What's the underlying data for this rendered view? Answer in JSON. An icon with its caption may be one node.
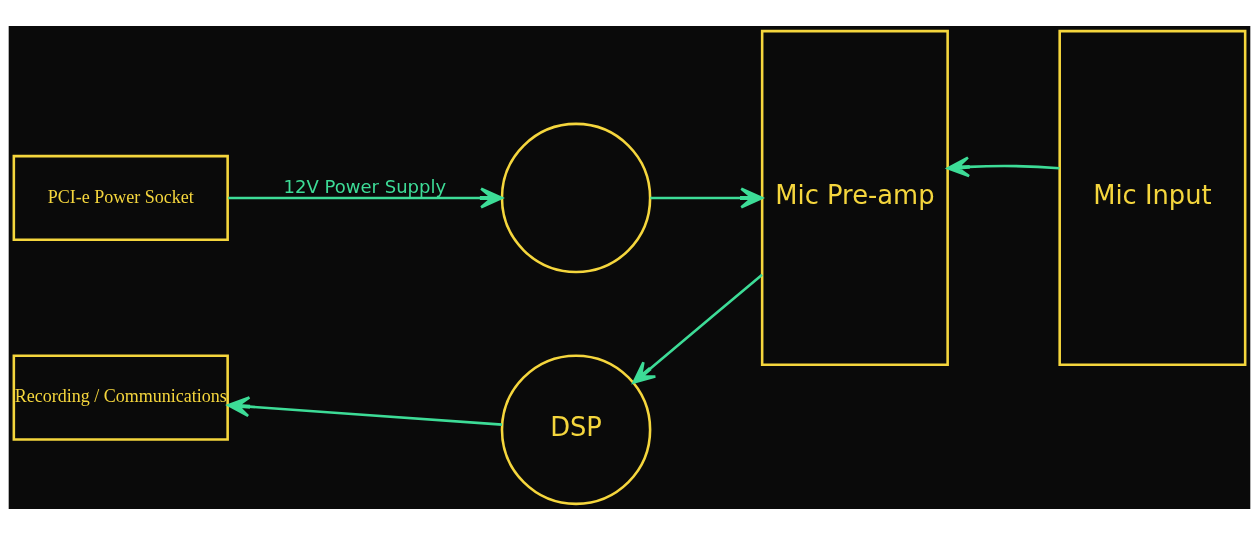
{
  "diagram": {
    "nodes": [
      {
        "text": [
          "PCI-e Power Socket"
        ]
      },
      {
        "text": [],
        "shape": "circle"
      },
      {
        "text": [
          "Mic Pre-amp"
        ]
      },
      {
        "text": [
          "Mic Input"
        ]
      },
      {
        "text": [
          "Recording / Communications"
        ]
      },
      {
        "text": [
          "DSP"
        ]
      }
    ],
    "edges": [
      {
        "from": 0,
        "to": 1,
        "arrow": "to",
        "label": "12V Power Supply"
      },
      {
        "from": 1,
        "to": 2,
        "arrow": "to"
      },
      {
        "from": 3,
        "to": 2,
        "arrow": "to"
      },
      {
        "from": 2,
        "to": 5,
        "arrow": "to"
      },
      {
        "from": 5,
        "to": 4,
        "arrow": "to"
      }
    ]
  }
}
